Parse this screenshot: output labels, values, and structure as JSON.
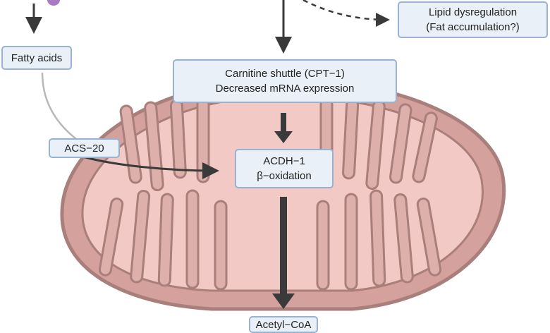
{
  "labels": {
    "fatty_acids": "Fatty acids",
    "lipid_line1": "Lipid dysregulation",
    "lipid_line2": "(Fat accumulation?)",
    "carnitine_line1": "Carnitine shuttle (CPT−1)",
    "carnitine_line2": "Decreased mRNA expression",
    "acs20": "ACS−20",
    "acdh_line1": "ACDH−1",
    "acdh_line2": "β−oxidation",
    "acetyl_coa": "Acetyl−CoA"
  },
  "colors": {
    "membrane_outer": "#a97f7b",
    "outer_fill": "#d4a19d",
    "inner_fill": "#f2c9c5",
    "crista_fill": "#deb0ac",
    "label_fill": "#eaf0f7",
    "label_border": "#97b2d3",
    "arrow": "#3a3a3a",
    "connector_gray": "#b8b8b8",
    "molecule_purple": "#a87bc4"
  }
}
